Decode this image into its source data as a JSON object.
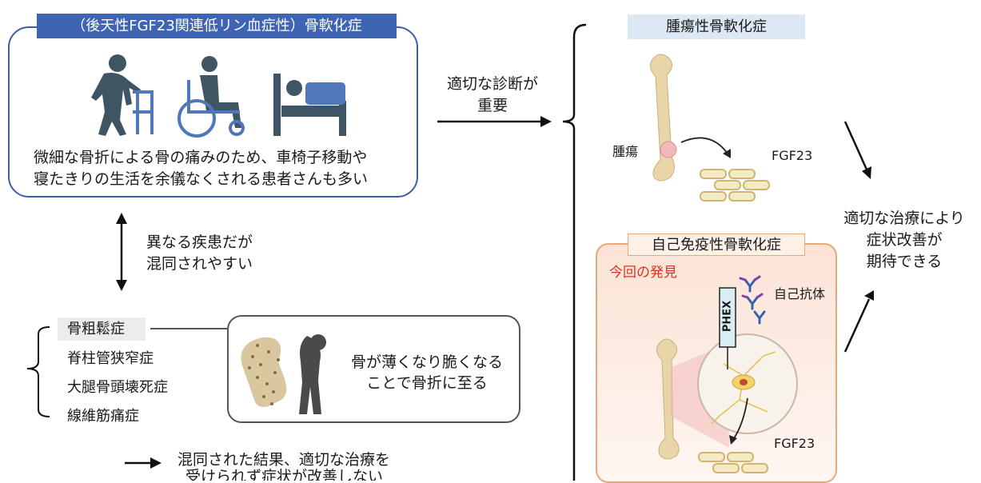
{
  "panel_main": {
    "title": "（後天性FGF23関連低リン血症性）骨軟化症",
    "description_line1": "微細な骨折による骨の痛みのため、車椅子移動や",
    "description_line2": "寝たきりの生活を余儀なくされる患者さんも多い"
  },
  "diagnosis_label": {
    "line1": "適切な診断が",
    "line2": "重要"
  },
  "confusion_label": {
    "line1": "異なる疾患だが",
    "line2": "混同されやすい"
  },
  "other_diseases": [
    "骨粗鬆症",
    "脊柱管狭窄症",
    "大腿骨頭壊死症",
    "線維筋痛症"
  ],
  "osteoporosis_note": {
    "line1": "骨が薄くなり脆くなる",
    "line2": "ことで骨折に至る"
  },
  "consequence": {
    "line1": "混同された結果、適切な治療を",
    "line2": "受けられず症状が改善しない"
  },
  "tumor_panel": {
    "title": "腫瘍性骨軟化症",
    "tumor_label": "腫瘍",
    "fgf23_label": "FGF23"
  },
  "autoimmune_panel": {
    "title": "自己免疫性骨軟化症",
    "finding_label": "今回の発見",
    "antibody_label": "自己抗体",
    "phex_label": "PHEX",
    "fgf23_label": "FGF23"
  },
  "outcome": {
    "line1": "適切な治療により",
    "line2": "症状改善が",
    "line3": "期待できる"
  },
  "colors": {
    "accent_blue": "#3f64b4",
    "bone": "#e9d6a8",
    "cell_yellow": "#f3d46a",
    "highlight_red": "#e0301e",
    "figure_gray": "#3f5564"
  }
}
